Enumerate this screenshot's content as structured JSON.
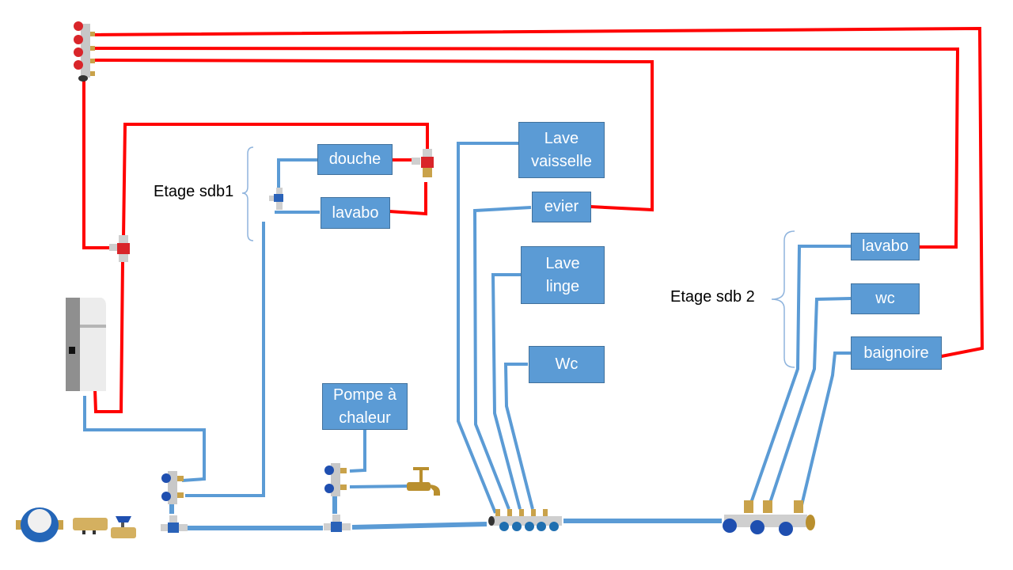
{
  "diagram": {
    "title": "Plomberie - schéma de distribution eau chaude / eau froide",
    "colors": {
      "hot_water": "#ff0000",
      "cold_water": "#5b9bd5",
      "box_fill": "#5b9bd5",
      "box_border": "#41719c",
      "box_text": "#ffffff"
    },
    "group_labels": {
      "sdb1": "Etage sdb1",
      "sdb2": "Etage sdb 2"
    },
    "fixtures": {
      "douche": "douche",
      "lavabo_sdb1": "lavabo",
      "lave_vaisselle": "Lave\nvaisselle",
      "evier": "evier",
      "lave_linge": "Lave\nlinge",
      "wc_rdc": "Wc",
      "pompe_chaleur": "Pompe à\nchaleur",
      "lavabo_sdb2": "lavabo",
      "wc_sdb2": "wc",
      "baignoire": "baignoire"
    },
    "components": [
      {
        "id": "hot-manifold",
        "icon": "red-4-way-manifold-icon"
      },
      {
        "id": "water-heater",
        "icon": "heat-pump-water-heater-icon"
      },
      {
        "id": "water-meter",
        "icon": "water-meter-icon"
      },
      {
        "id": "check-valve",
        "icon": "brass-check-valve-icon"
      },
      {
        "id": "ball-valve",
        "icon": "ball-valve-icon"
      },
      {
        "id": "outdoor-tap",
        "icon": "brass-tap-icon"
      },
      {
        "id": "cold-manifold-5",
        "icon": "blue-5-way-manifold-icon"
      },
      {
        "id": "cold-manifold-3",
        "icon": "blue-3-way-manifold-icon"
      }
    ]
  }
}
